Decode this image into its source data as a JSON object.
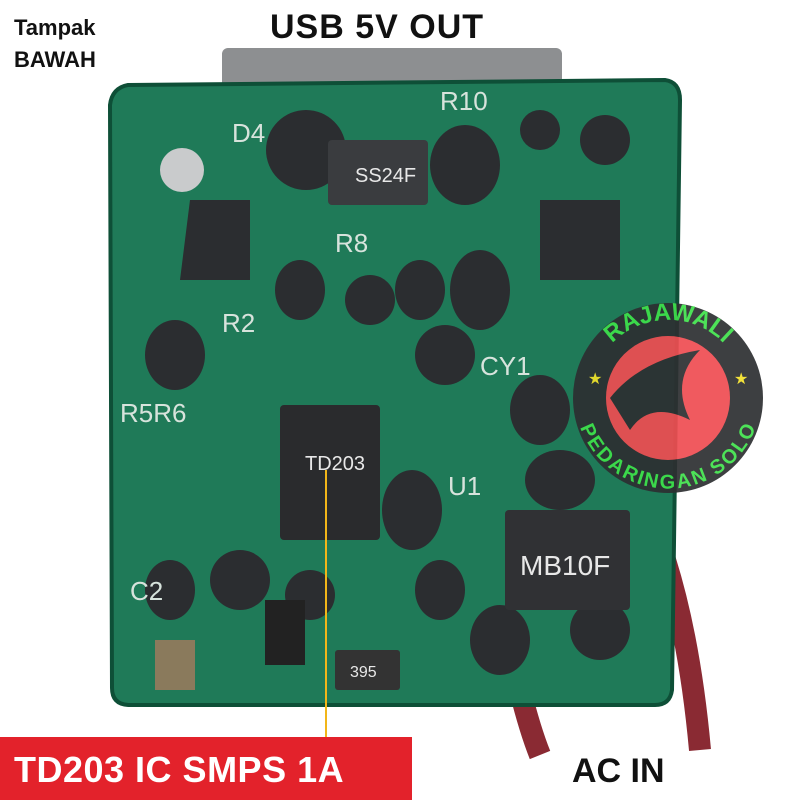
{
  "captions": {
    "view_label_line1": "Tampak",
    "view_label_line2": "BAWAH",
    "usb_output": "USB 5V OUT",
    "ac_input": "AC IN",
    "ic_label": "TD203 IC SMPS 1A"
  },
  "pcb_markings": {
    "d4": "D4",
    "r10": "R10",
    "r8": "R8",
    "r2": "R2",
    "r5r6": "R5R6",
    "cy1": "CY1",
    "u1": "U1",
    "c2": "C2",
    "diode": "SS24F",
    "bridge": "MB10F",
    "ic": "TD203",
    "res_small": "395"
  },
  "watermark": {
    "top_text": "RAJAWALI",
    "bottom_text": "PEDARINGAN SOLO"
  },
  "colors": {
    "label_red": "#e3222b",
    "pcb_green": "#1f7a58",
    "logo_green": "#3ee04a"
  }
}
